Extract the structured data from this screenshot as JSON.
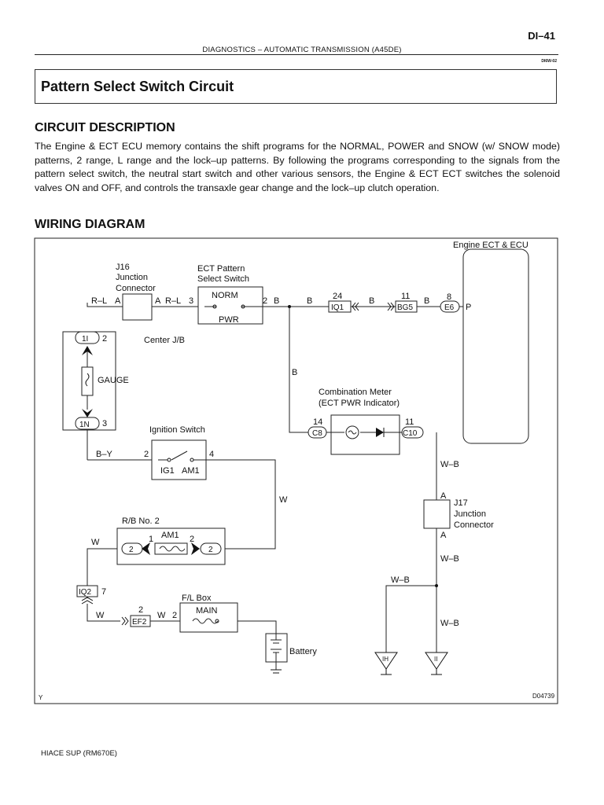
{
  "header": {
    "page_number": "DI–41",
    "title": "DIAGNOSTICS   –   AUTOMATIC TRANSMISSION (A45DE)",
    "code": "DI6W-02"
  },
  "section_title": "Pattern Select Switch Circuit",
  "circuit_description": {
    "heading": "CIRCUIT DESCRIPTION",
    "text": "The Engine & ECT ECU memory contains the shift programs for the NORMAL, POWER and SNOW (w/ SNOW mode) patterns, 2 range, L range and the lock–up patterns. By following the programs corresponding to the signals from the pattern select switch, the neutral start switch and other various sensors, the Engine & ECT ECT switches the solenoid valves ON and OFF, and controls the transaxle gear change and the lock–up clutch operation."
  },
  "wiring_diagram": {
    "heading": "WIRING DIAGRAM",
    "ecu": {
      "label": "Engine ECT & ECU",
      "pin_num": "8",
      "pin_conn": "E6",
      "pin_name": "P"
    },
    "j16": {
      "id": "J16",
      "line1": "Junction",
      "line2": "Connector",
      "left_wire": "R–L",
      "left_pin": "A",
      "right_pin": "A",
      "right_wire": "R–L"
    },
    "pattern_switch": {
      "line1": "ECT Pattern",
      "line2": "Select Switch",
      "norm": "NORM",
      "pwr": "PWR",
      "pin_in": "3",
      "pin_out": "2"
    },
    "wire_b_labels": [
      "B",
      "B",
      "B",
      "B",
      "B"
    ],
    "connectors": {
      "iq1": {
        "num": "24",
        "name": "IQ1"
      },
      "bg5": {
        "num": "11",
        "name": "BG5"
      }
    },
    "center_jb": {
      "label": "Center J/B",
      "top_conn": "1I",
      "top_pin": "2",
      "fuse": "GAUGE",
      "bottom_conn": "1N",
      "bottom_pin": "3"
    },
    "combination_meter": {
      "line1": "Combination Meter",
      "line2": "(ECT PWR Indicator)",
      "left_num": "14",
      "left_conn": "C8",
      "right_num": "11",
      "right_conn": "C10"
    },
    "ignition_switch": {
      "label": "Ignition Switch",
      "wire": "B–Y",
      "pin_left": "2",
      "pin_right": "4",
      "ig1": "IG1",
      "am1": "AM1"
    },
    "wire_w_labels": [
      "W",
      "W",
      "W",
      "W"
    ],
    "rb_no2": {
      "label": "R/B No. 2",
      "fuse": "AM1",
      "left_num": "1",
      "left_conn": "2",
      "right_num": "2",
      "right_conn": "2"
    },
    "iq2": {
      "name": "IQ2",
      "pin": "7"
    },
    "ef2": {
      "num": "2",
      "name": "EF2"
    },
    "fl_box": {
      "label": "F/L Box",
      "fuse": "MAIN",
      "pin": "2"
    },
    "battery": "Battery",
    "j17": {
      "id": "J17",
      "line1": "Junction",
      "line2": "Connector",
      "pin_top": "A",
      "pin_bottom": "A"
    },
    "wire_wb_labels": [
      "W–B",
      "W–B",
      "W–B",
      "W–B"
    ],
    "grounds": [
      "IH",
      "II"
    ],
    "corner_left": "Y",
    "figure_id": "D04739"
  },
  "footer": "HIACE SUP   (RM670E)"
}
